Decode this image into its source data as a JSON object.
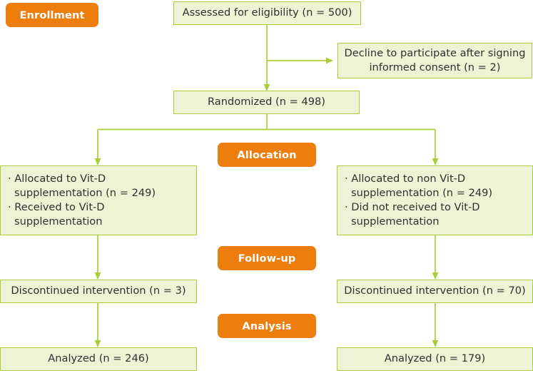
{
  "diagram": {
    "title": "CONSORT participant flow diagram",
    "colors": {
      "box_fill": "#eef3d6",
      "box_border": "#a9ce3a",
      "connector": "#a9ce3a",
      "badge_fill": "#ed7d0d",
      "badge_text": "#ffffff",
      "box_text": "#2f3130",
      "background": "#ffffff"
    }
  },
  "stages": {
    "enrollment": "Enrollment",
    "allocation": "Allocation",
    "followup": "Follow-up",
    "analysis": "Analysis"
  },
  "nodes": {
    "assessed": {
      "line1": "Assessed for eligibility (n = 500)"
    },
    "declined": {
      "line1": "Decline to participate after signing",
      "line2": "informed consent (n = 2)"
    },
    "randomized": {
      "line1": "Randomized (n = 498)"
    },
    "allocated_left": {
      "line1": "· Allocated to Vit-D",
      "line2": "supplementation (n = 249)",
      "line3": "· Received to Vit-D",
      "line4": "supplementation"
    },
    "allocated_right": {
      "line1": "· Allocated to non Vit-D",
      "line2": "supplementation (n = 249)",
      "line3": "· Did not received to Vit-D",
      "line4": "supplementation"
    },
    "discontinued_left": {
      "line1": "Discontinued intervention (n = 3)"
    },
    "discontinued_right": {
      "line1": "Discontinued intervention (n = 70)"
    },
    "analyzed_left": {
      "line1": "Analyzed (n = 246)"
    },
    "analyzed_right": {
      "line1": "Analyzed (n = 179)"
    }
  },
  "counts": {
    "assessed_for_eligibility": 500,
    "declined_after_consent": 2,
    "randomized": 498,
    "allocated_vitd": 249,
    "allocated_non_vitd": 249,
    "discontinued_vitd": 3,
    "discontinued_non_vitd": 70,
    "analyzed_vitd": 246,
    "analyzed_non_vitd": 179
  }
}
